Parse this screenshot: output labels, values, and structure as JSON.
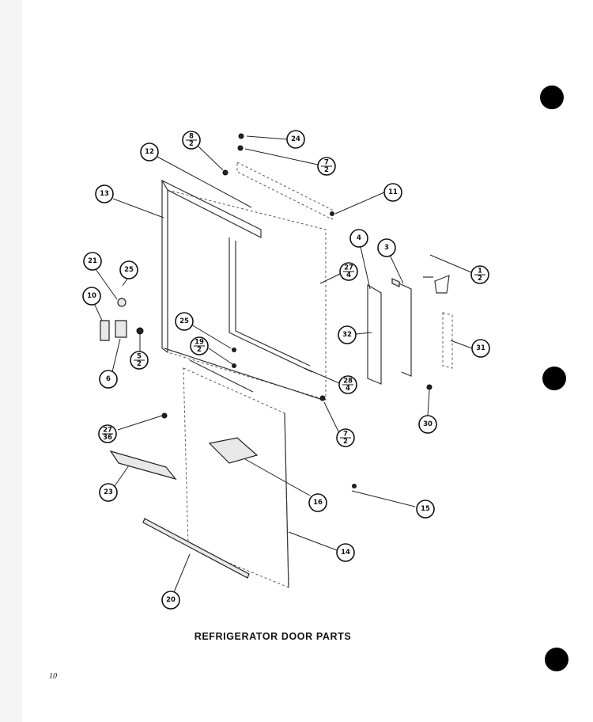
{
  "caption": "REFRIGERATOR DOOR PARTS",
  "page_number": "10",
  "callouts": [
    {
      "id": "c-24",
      "top": "24"
    },
    {
      "id": "c-8-2",
      "top": "8",
      "bottom": "2"
    },
    {
      "id": "c-12",
      "top": "12"
    },
    {
      "id": "c-7-2a",
      "top": "7",
      "bottom": "2"
    },
    {
      "id": "c-13",
      "top": "13"
    },
    {
      "id": "c-11",
      "top": "11"
    },
    {
      "id": "c-4",
      "top": "4"
    },
    {
      "id": "c-3",
      "top": "3"
    },
    {
      "id": "c-1-2",
      "top": "1",
      "bottom": "2"
    },
    {
      "id": "c-21",
      "top": "21"
    },
    {
      "id": "c-25a",
      "top": "25"
    },
    {
      "id": "c-27-4",
      "top": "27",
      "bottom": "4"
    },
    {
      "id": "c-10",
      "top": "10"
    },
    {
      "id": "c-25b",
      "top": "25"
    },
    {
      "id": "c-32",
      "top": "32"
    },
    {
      "id": "c-31",
      "top": "31"
    },
    {
      "id": "c-5-2",
      "top": "5",
      "bottom": "2"
    },
    {
      "id": "c-19-2",
      "top": "19",
      "bottom": "2"
    },
    {
      "id": "c-6",
      "top": "6"
    },
    {
      "id": "c-28-4",
      "top": "28",
      "bottom": "4"
    },
    {
      "id": "c-30",
      "top": "30"
    },
    {
      "id": "c-27-36",
      "top": "27",
      "bottom": "36"
    },
    {
      "id": "c-7-2b",
      "top": "7",
      "bottom": "2"
    },
    {
      "id": "c-23",
      "top": "23"
    },
    {
      "id": "c-16",
      "top": "16"
    },
    {
      "id": "c-15",
      "top": "15"
    },
    {
      "id": "c-14",
      "top": "14"
    },
    {
      "id": "c-20",
      "top": "20"
    }
  ]
}
